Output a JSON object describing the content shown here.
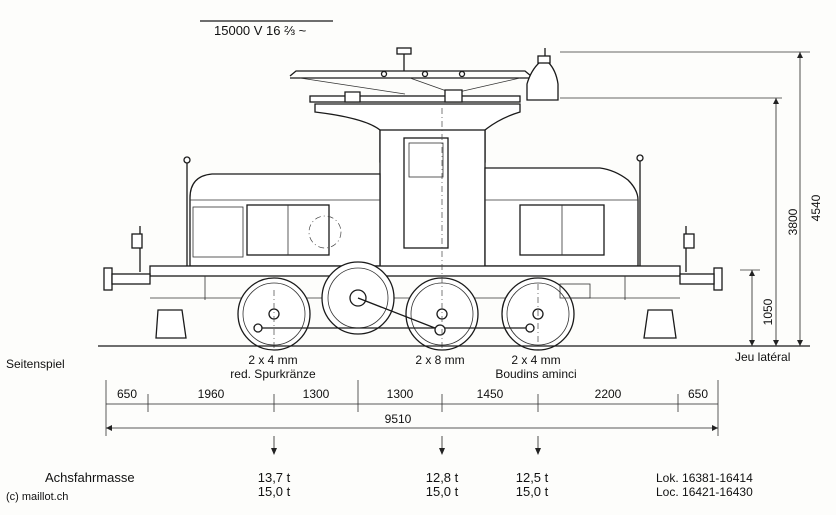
{
  "voltage_label": "15000 V 16 ⅔ ~",
  "vertical_dims": {
    "total_height": "4540",
    "cab_height": "3800",
    "buffer_height": "1050"
  },
  "lateral_play": {
    "label_de": "Seitenspiel",
    "label_fr": "Jeu latéral",
    "axle1": {
      "value": "2 x 4 mm",
      "note_de": "red. Spurkränze"
    },
    "axle2": {
      "value": "2 x 8 mm"
    },
    "axle3": {
      "value": "2 x 4 mm",
      "note_fr": "Boudins aminci"
    }
  },
  "horizontal_dims": [
    "650",
    "1960",
    "1300",
    "1300",
    "1450",
    "2200",
    "650"
  ],
  "overall_length": "9510",
  "axle_loads": {
    "label": "Achsfahrmasse",
    "axles": [
      {
        "load_a": "13,7 t",
        "load_b": "15,0 t"
      },
      {
        "load_a": "12,8 t",
        "load_b": "15,0 t"
      },
      {
        "load_a": "12,5 t",
        "load_b": "15,0 t"
      }
    ]
  },
  "series": [
    {
      "label": "Lok. 16381-16414"
    },
    {
      "label": "Loc. 16421-16430"
    }
  ],
  "watermark": "(c) maillot.ch"
}
